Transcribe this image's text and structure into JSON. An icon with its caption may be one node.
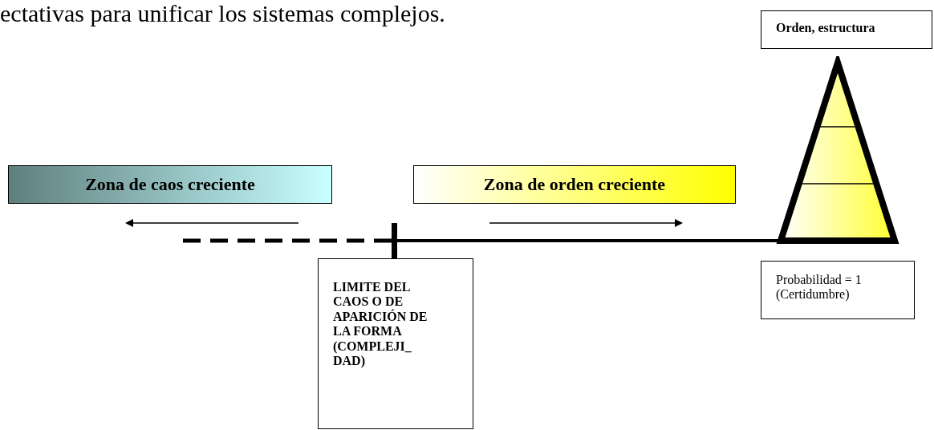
{
  "diagram": {
    "nodes": [
      {
        "text": [
          "Zona de caos creciente"
        ]
      },
      {
        "text": [
          "Zona de orden creciente"
        ]
      },
      {
        "text": [
          "LIMITE DEL CAOS O DE APARICIÓN DE LA FORMA (COMPLEJI_ DAD)"
        ]
      },
      {
        "text": [
          "Orden, estructura"
        ]
      },
      {
        "text": [
          "Probabilidad = 1 (Certidumbre)"
        ]
      },
      {
        "text": [],
        "shape": "triangle"
      }
    ],
    "labels": [
      "ectativas para unificar los sistemas complejos."
    ]
  }
}
